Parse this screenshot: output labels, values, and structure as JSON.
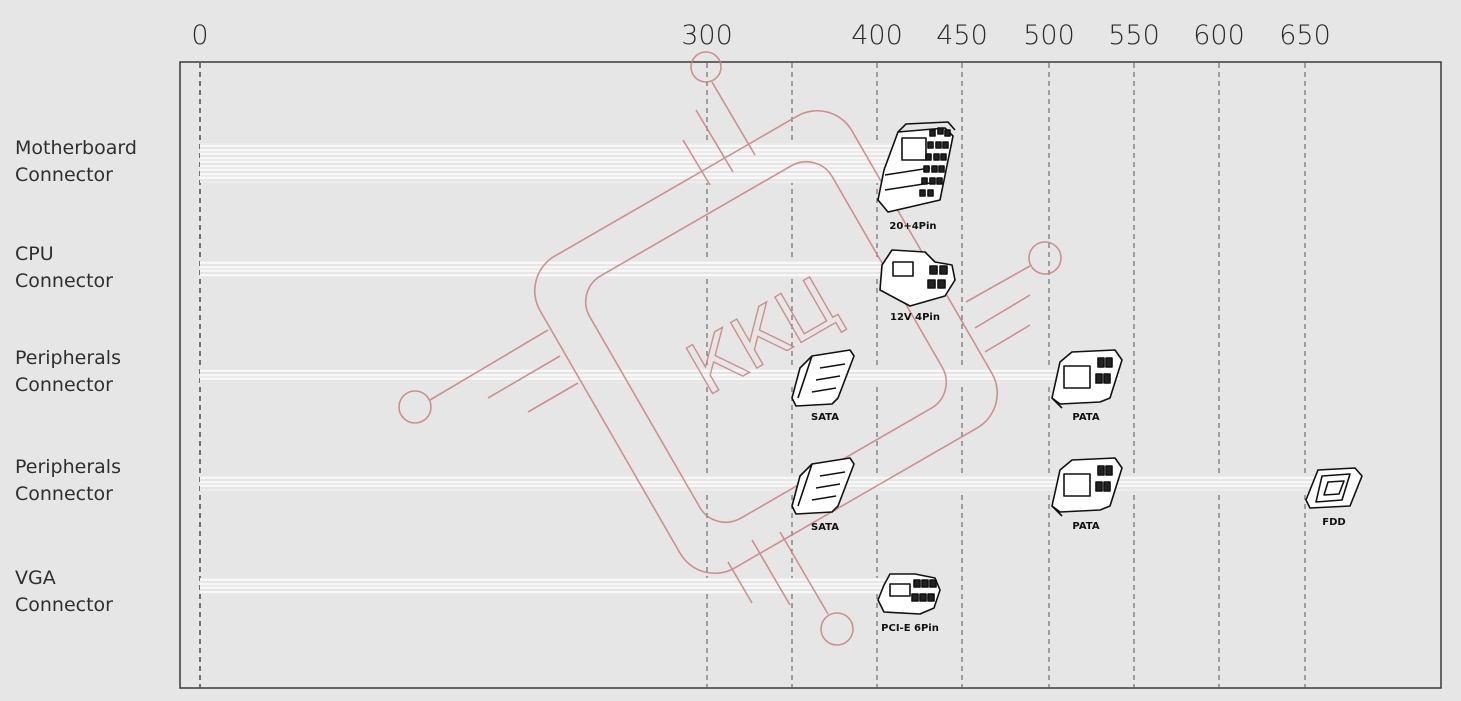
{
  "axis": {
    "ticks": [
      "0",
      "300",
      "400",
      "450",
      "500",
      "550",
      "600",
      "650"
    ]
  },
  "rows": [
    {
      "line1": "Motherboard",
      "line2": "Connector"
    },
    {
      "line1": "CPU",
      "line2": "Connector"
    },
    {
      "line1": "Peripherals",
      "line2": "Connector"
    },
    {
      "line1": "Peripherals",
      "line2": "Connector"
    },
    {
      "line1": "VGA",
      "line2": "Connector"
    }
  ],
  "connectors": {
    "mb": "20+4Pin",
    "cpu": "12V 4Pin",
    "sata1": "SATA",
    "pata1": "PATA",
    "sata2": "SATA",
    "pata2": "PATA",
    "fdd": "FDD",
    "vga": "PCI-E 6Pin"
  },
  "watermark": {
    "text": "ККЦ"
  },
  "colors": {
    "background": "#e6e6e6",
    "frame": "#3a3a3a",
    "grid": "#555555",
    "cable": "#ffffff",
    "watermark": "#c97a7a"
  }
}
